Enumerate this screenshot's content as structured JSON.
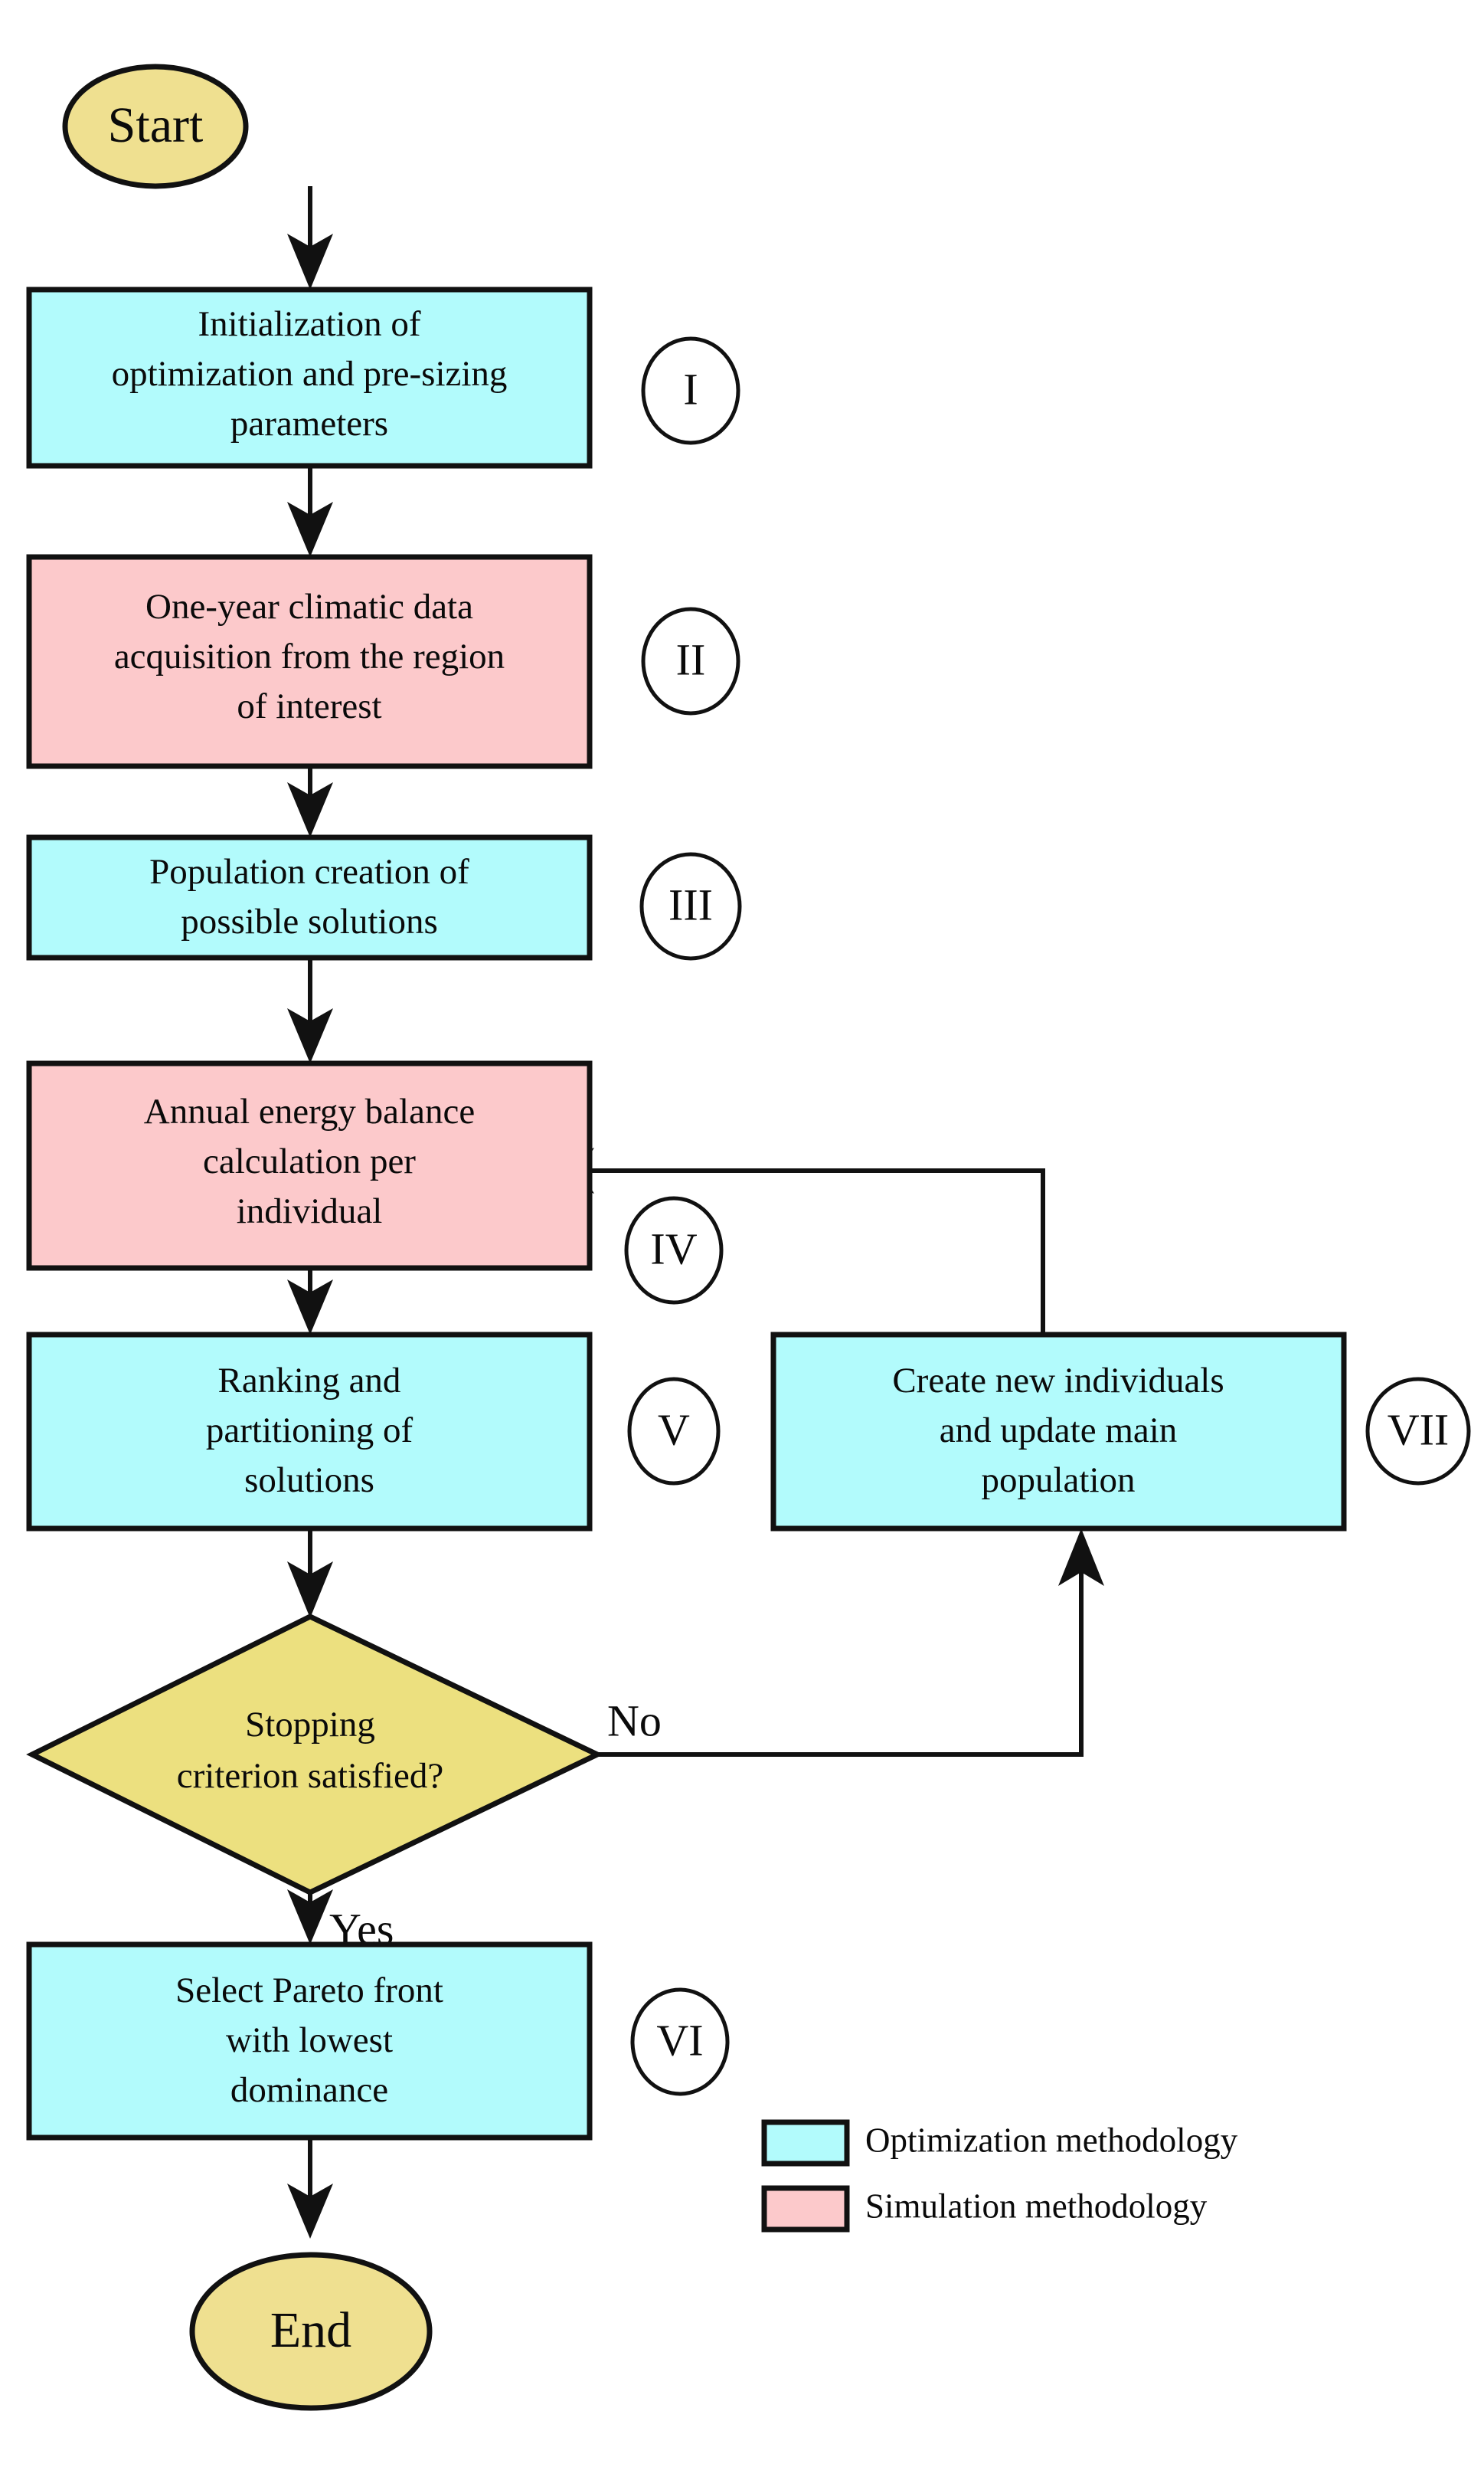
{
  "diagram": {
    "title": "Optimization and simulation methodology flowchart",
    "type": "flowchart",
    "colors": {
      "terminal_fill": "#efe090",
      "decision_fill": "#ece07f",
      "optimization_fill": "#b2fbfc",
      "simulation_fill": "#fcc9cb",
      "stroke": "#111111",
      "text": "#0a0a0a",
      "background": "#ffffff"
    },
    "nodes": {
      "start": {
        "label": "Start",
        "shape": "ellipse",
        "category": "terminal"
      },
      "step1": {
        "lines": [
          "Initialization of",
          "optimization and pre-sizing",
          "parameters"
        ],
        "marker": "I",
        "shape": "rectangle",
        "category": "optimization"
      },
      "step2": {
        "lines": [
          "One-year climatic data",
          "acquisition from the region",
          "of interest"
        ],
        "marker": "II",
        "shape": "rectangle",
        "category": "simulation"
      },
      "step3": {
        "lines": [
          "Population creation of",
          "possible solutions"
        ],
        "marker": "III",
        "shape": "rectangle",
        "category": "optimization"
      },
      "step4": {
        "lines": [
          "Annual energy balance",
          "calculation per",
          "individual"
        ],
        "marker": "IV",
        "shape": "rectangle",
        "category": "simulation"
      },
      "step5": {
        "lines": [
          "Ranking and",
          "partitioning of",
          "solutions"
        ],
        "marker": "V",
        "shape": "rectangle",
        "category": "optimization"
      },
      "decision": {
        "lines": [
          "Stopping",
          "criterion satisfied?"
        ],
        "marker": "",
        "shape": "diamond",
        "category": "decision"
      },
      "step6": {
        "lines": [
          "Select Pareto front",
          "with lowest",
          "dominance"
        ],
        "marker": "VI",
        "shape": "rectangle",
        "category": "optimization"
      },
      "step7": {
        "lines": [
          "Create new individuals",
          "and update main",
          "population"
        ],
        "marker": "VII",
        "shape": "rectangle",
        "category": "optimization"
      },
      "end": {
        "label": "End",
        "shape": "ellipse",
        "category": "terminal"
      }
    },
    "edge_labels": {
      "no": "No",
      "yes": "Yes"
    },
    "legend": {
      "items": [
        {
          "label": "Optimization methodology",
          "color": "#b2fbfc"
        },
        {
          "label": "Simulation methodology",
          "color": "#fcc9cb"
        }
      ]
    }
  }
}
